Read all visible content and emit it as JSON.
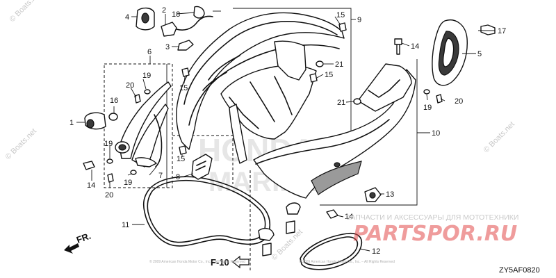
{
  "diagram": {
    "callouts": [
      "1",
      "2",
      "3",
      "4",
      "5",
      "6",
      "7",
      "8",
      "9",
      "10",
      "11",
      "12",
      "13",
      "14",
      "15",
      "16",
      "17",
      "18",
      "19",
      "20",
      "21"
    ],
    "reference": "F-10",
    "direction_label": "FR.",
    "diagram_code": "ZY5AF0820"
  },
  "watermarks": {
    "site": "© Boats.net",
    "shop_line": "ЗАПЧАСТИ И АКСЕССУАРЫ ДЛЯ МОТОТЕХНИКИ",
    "shop_logo": "PARTSPOR.RU",
    "big_brand": "HONDA",
    "big_brand_sub": "MARINE",
    "fine_print": "© 2009 American Honda Motor Co., Inc. – All Rights Reserved"
  }
}
